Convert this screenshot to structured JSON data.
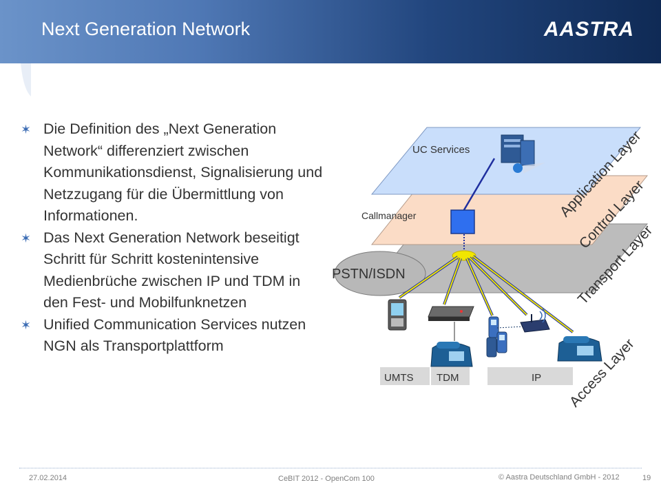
{
  "slide": {
    "title": "Next Generation Network",
    "logo": "AASTRA"
  },
  "bullets": [
    "Die Definition des „Next Generation Network“ differenziert zwischen Kommunikationsdienst, Signalisierung und Netzzugang für die Übermittlung von Informationen.",
    "Das Next Generation Network beseitigt Schritt für Schritt kostenintensive Medienbrüche zwischen IP und TDM in den Fest- und Mobilfunknetzen",
    "Unified Communication Services nutzen NGN als Transportplattform"
  ],
  "diagram": {
    "uc_services": "UC Services",
    "callmanager": "Callmanager",
    "pstn": "PSTN/ISDN",
    "layers": {
      "application": "Application Layer",
      "control": "Control Layer",
      "transport": "Transport Layer",
      "access": "Access Layer"
    },
    "access_types": {
      "umts": "UMTS",
      "tdm": "TDM",
      "ip": "IP"
    }
  },
  "footer": {
    "date": "27.02.2014",
    "event": "CeBIT 2012 - OpenCom 100",
    "copyright": "© Aastra Deutschland GmbH - 2012",
    "page": "19"
  },
  "colors": {
    "header_dark": "#0f2a55",
    "header_light": "#6b93c9",
    "application_layer": "#c9defb",
    "control_layer": "#fbdcc6",
    "transport_layer": "#bcbcbc",
    "link_yellow": "#f1e600",
    "link_blue": "#1f2f9f",
    "callmanager_box": "#2f6fef",
    "bullet_mark": "#3a6bb3"
  },
  "icons": [
    "server-icon",
    "pda-icon",
    "gateway-icon",
    "mobile-phones-icon",
    "wlan-router-icon",
    "desk-phone-icon"
  ]
}
